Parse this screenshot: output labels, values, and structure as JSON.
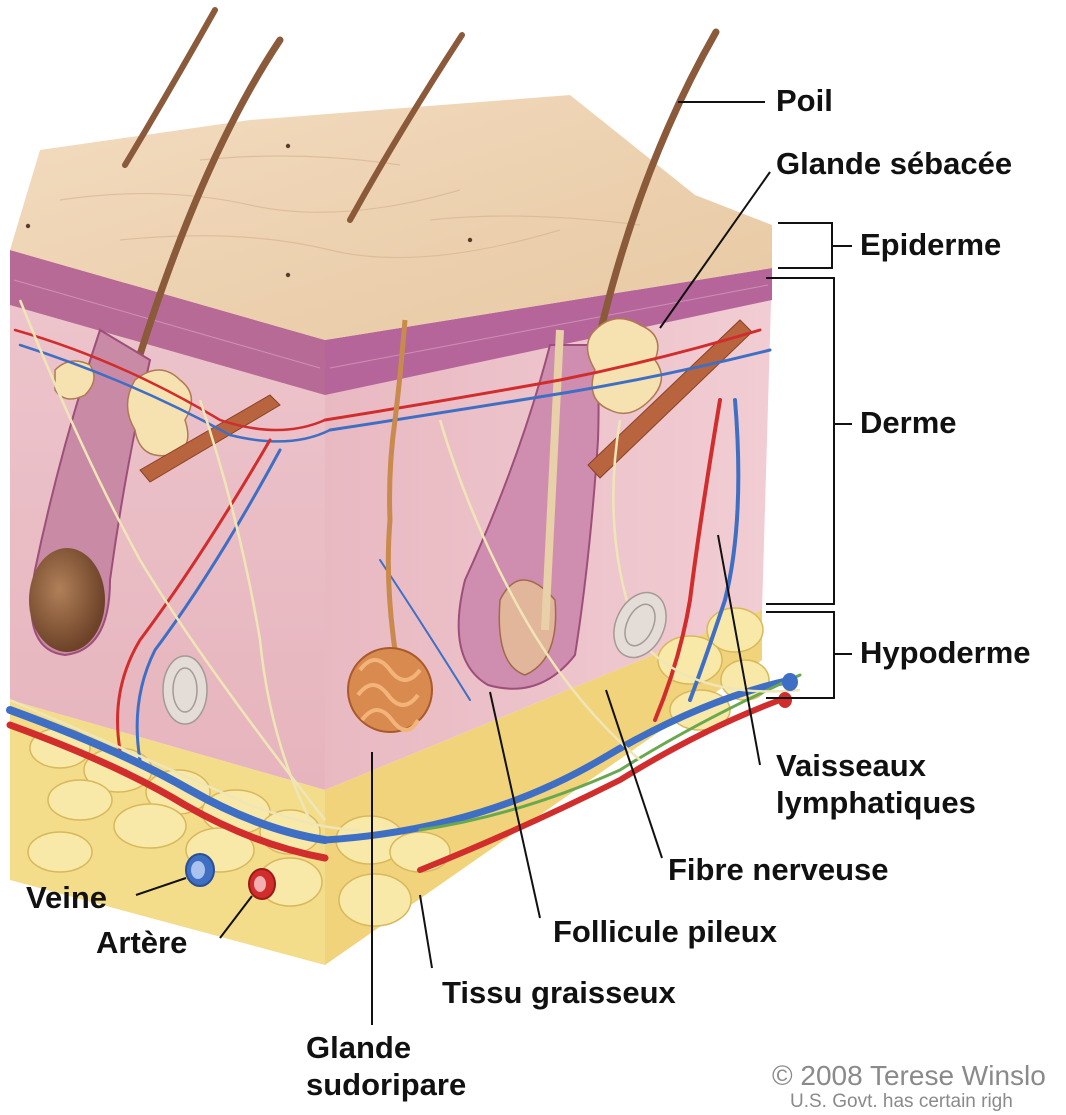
{
  "labels": {
    "poil": "Poil",
    "glande_sebacee": "Glande sébacée",
    "epiderme": "Epiderme",
    "derme": "Derme",
    "hypoderme": "Hypoderme",
    "vaisseaux_1": "Vaisseaux",
    "vaisseaux_2": "lymphatiques",
    "fibre_nerveuse": "Fibre nerveuse",
    "follicule_pileux": "Follicule pileux",
    "tissu_graisseux": "Tissu graisseux",
    "glande_sudoripare_1": "Glande",
    "glande_sudoripare_2": "sudoripare",
    "veine": "Veine",
    "artere": "Artère"
  },
  "copyright": {
    "line1": "© 2008 Terese Winslo",
    "line2": "U.S. Govt. has certain righ"
  },
  "colors": {
    "epidermis_surface": "#efd3b0",
    "epidermis_layer": "#b86a96",
    "dermis": "#ecc0c8",
    "hypodermis_fat": "#f3dc8a",
    "hair": "#8a5a3a",
    "artery": "#d12d2d",
    "vein": "#3f6fc4",
    "nerve": "#efe6b8",
    "lymph": "#6aa84f",
    "sweat_gland": "#d98a4e",
    "label_text": "#111111"
  }
}
